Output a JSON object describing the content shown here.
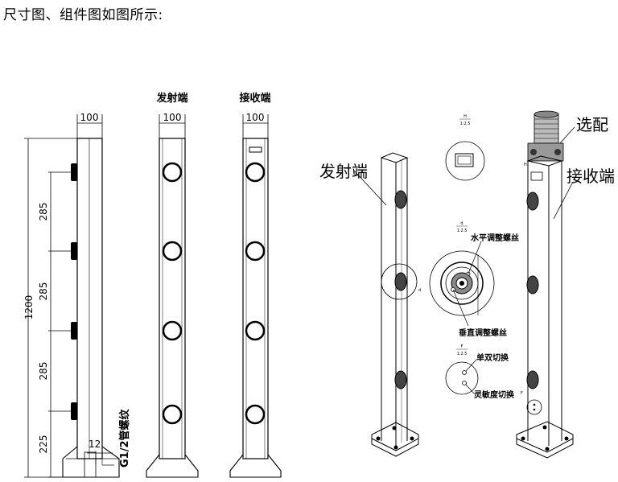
{
  "caption": "尺寸图、组件图如图所示:",
  "views": {
    "side": {
      "width_label": "100"
    },
    "emitter": {
      "title": "发射端",
      "width_label": "100"
    },
    "receiver": {
      "title": "接收端",
      "width_label": "100"
    }
  },
  "dimensions": {
    "total": "1200",
    "gap_1": "285",
    "gap_2": "285",
    "gap_3": "285",
    "base": "225",
    "pipe_offset": "12",
    "thread": "G1/2管螺纹"
  },
  "iso_labels": {
    "emitter": "发射端",
    "receiver": "接收端",
    "optional": "选配"
  },
  "details": {
    "horizontal_adjust": "水平调整螺丝",
    "vertical_adjust": "垂直调整螺丝",
    "single_double_switch": "单双切换",
    "sensitivity_switch": "灵敏度切换",
    "marker_d": "d",
    "marker_f": "F",
    "marker_h": "H",
    "detail_d_id": "d",
    "detail_d_scale": "1:2.5",
    "detail_f_id": "F",
    "detail_f_scale": "1:2.5",
    "detail_h_id": "H",
    "detail_h_scale": "1:2.5"
  }
}
